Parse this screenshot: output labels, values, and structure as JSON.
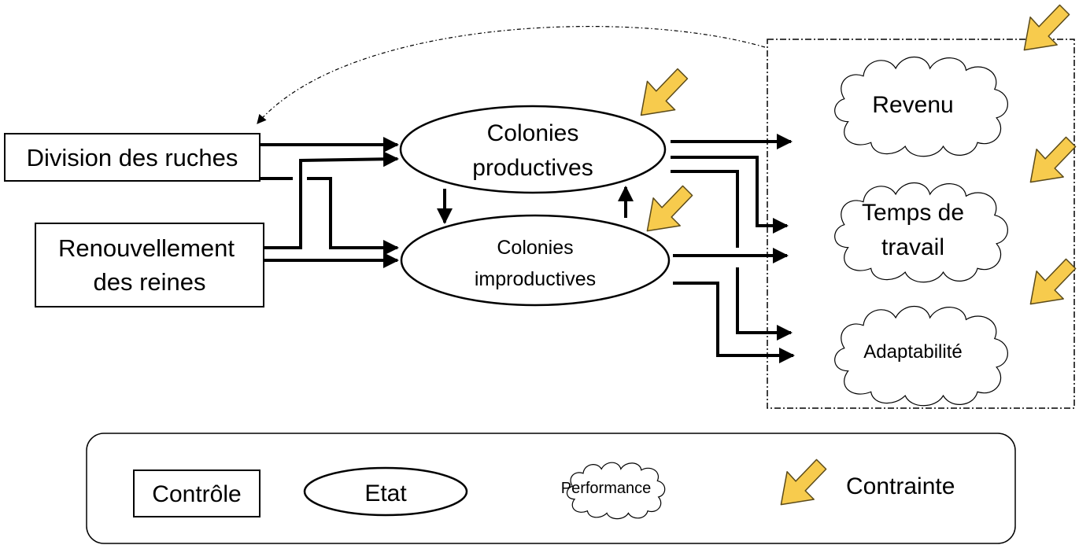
{
  "controls": {
    "division": "Division des ruches",
    "renouvellement_line1": "Renouvellement",
    "renouvellement_line2": "des reines"
  },
  "states": {
    "productives_line1": "Colonies",
    "productives_line2": "productives",
    "improductives_line1": "Colonies",
    "improductives_line2": "improductives"
  },
  "performances": {
    "revenu": "Revenu",
    "temps_line1": "Temps de",
    "temps_line2": "travail",
    "adaptabilite": "Adaptabilité"
  },
  "legend": {
    "controle": "Contrôle",
    "etat": "Etat",
    "performance": "Performance",
    "contrainte": "Contrainte"
  },
  "colors": {
    "constraint_fill": "#F7CB4D",
    "stroke": "#000000",
    "background": "#FFFFFF"
  },
  "icons": {
    "constraint": "constraint-arrow-icon"
  }
}
